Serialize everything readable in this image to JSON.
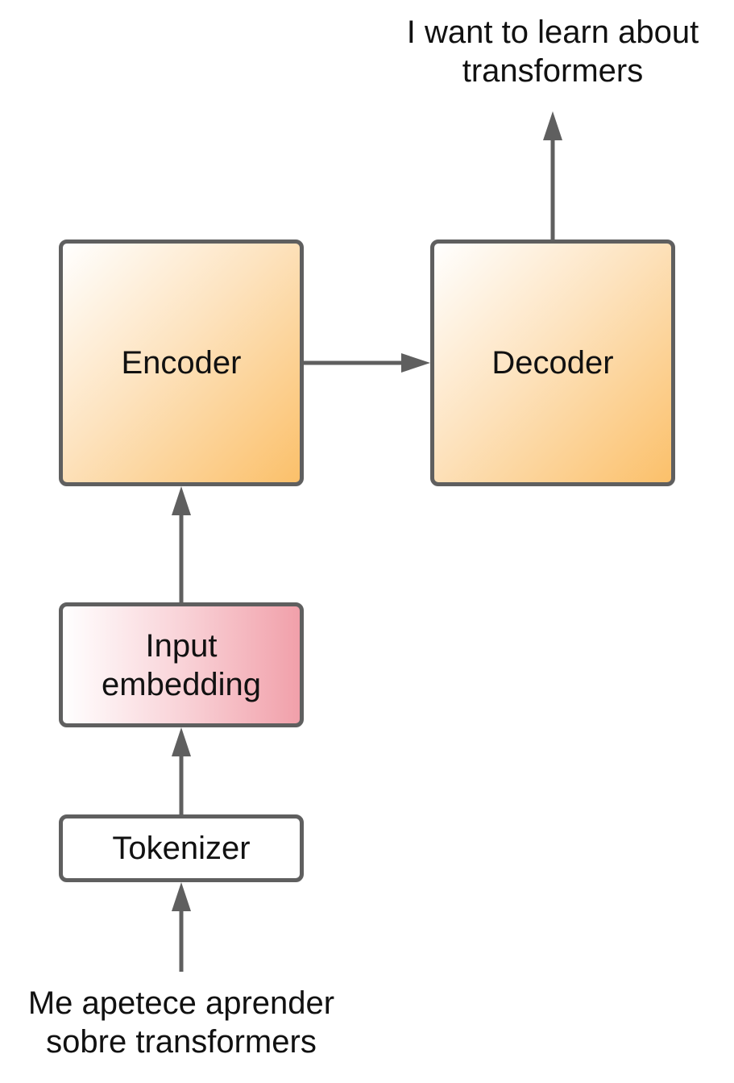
{
  "diagram": {
    "output_text": "I want to learn about\ntransformers",
    "input_text": "Me apetece aprender\nsobre transformers",
    "boxes": {
      "encoder": "Encoder",
      "decoder": "Decoder",
      "input_embedding": "Input\nembedding",
      "tokenizer": "Tokenizer"
    },
    "colors": {
      "stroke": "#5f5f5f",
      "encoder_fill": "#fbc06a",
      "decoder_fill": "#fbc06a",
      "embedding_fill": "#f1a0aa",
      "tokenizer_fill": "#ffffff"
    }
  }
}
